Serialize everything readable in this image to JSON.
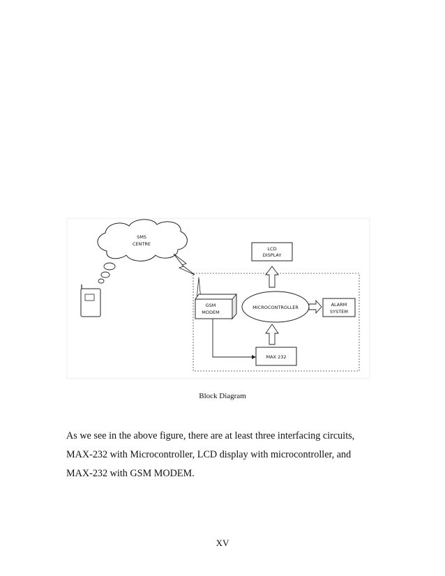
{
  "diagram": {
    "sms_centre": [
      "SMS",
      "CENTRE"
    ],
    "lcd_display": [
      "LCD",
      "DISPLAY"
    ],
    "gsm_modem": [
      "GSM",
      "MODEM"
    ],
    "microcontroller": "MICROCONTROLLER",
    "alarm_system": [
      "ALARM",
      "SYSTEM"
    ],
    "max232": "MAX 232"
  },
  "caption": "Block Diagram",
  "paragraph": {
    "lines": [
      "As we see in the above figure, there are at least three interfacing circuits,",
      "MAX-232 with Microcontroller, LCD display with microcontroller, and",
      "MAX-232 with GSM MODEM."
    ]
  },
  "page_number": "XV"
}
